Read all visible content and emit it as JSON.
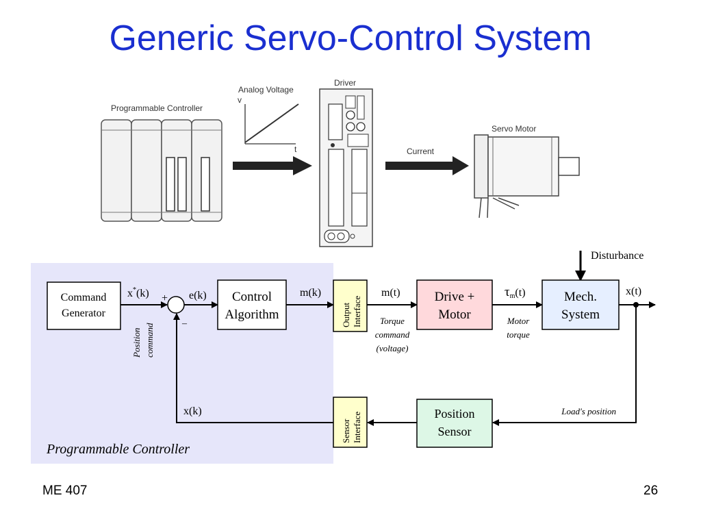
{
  "slide": {
    "title": "Generic Servo-Control System",
    "footer_left": "ME 407",
    "page_number": "26"
  },
  "hardware": {
    "controller_label": "Programmable Controller",
    "analog_voltage_label": "Analog Voltage",
    "v_axis": "v",
    "t_axis": "t",
    "driver_label": "Driver",
    "current_label": "Current",
    "servo_motor_label": "Servo Motor"
  },
  "block_diagram": {
    "region_label": "Programmable Controller",
    "command_generator": [
      "Command",
      "Generator"
    ],
    "x_star_main": "x",
    "x_star_sup": "*",
    "x_star_arg": "(k)",
    "position_command": [
      "Position",
      "command"
    ],
    "plus": "+",
    "minus": "–",
    "e_k": "e(k)",
    "control_algorithm": [
      "Control",
      "Algorithm"
    ],
    "m_k": "m(k)",
    "output_interface": [
      "Output",
      "Interface"
    ],
    "m_t": "m(t)",
    "torque_command": [
      "Torque",
      "command",
      "(voltage)"
    ],
    "drive_motor": [
      "Drive +",
      "Motor"
    ],
    "tau_main": "τ",
    "tau_sub": "m",
    "tau_arg": "(t)",
    "motor_torque": [
      "Motor",
      "torque"
    ],
    "disturbance": "Disturbance",
    "mech_system": [
      "Mech.",
      "System"
    ],
    "x_t": "x(t)",
    "loads_position": "Load's position",
    "position_sensor": [
      "Position",
      "Sensor"
    ],
    "sensor_interface": [
      "Sensor",
      "Interface"
    ],
    "x_k": "x(k)"
  },
  "colors": {
    "title": "#1a2fd0",
    "controller_region": "#e6e6fa",
    "interface_fill": "#ffffcc",
    "drive_fill": "#ffd9dc",
    "mech_fill": "#e6efff",
    "sensor_fill": "#ddf7e6"
  }
}
